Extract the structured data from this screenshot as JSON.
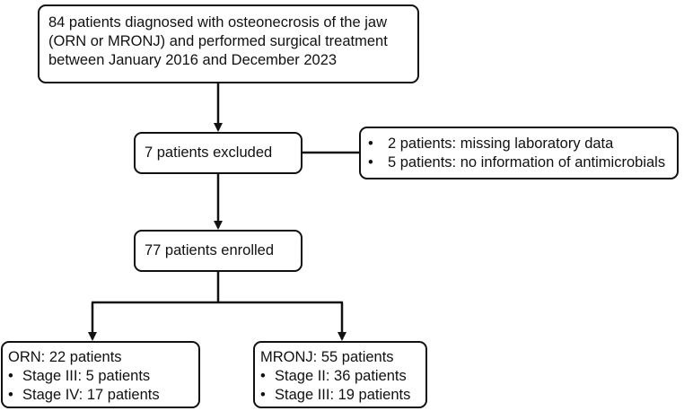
{
  "top_box": {
    "lines": [
      "84 patients diagnosed with osteonecrosis of the jaw",
      "(ORN or MRONJ) and performed surgical treatment",
      "between January 2016 and December 2023"
    ]
  },
  "excluded_box": {
    "text": "7 patients excluded"
  },
  "reasons_box": {
    "bullet": "•",
    "items": [
      "2 patients: missing laboratory data",
      "5 patients: no information of antimicrobials"
    ]
  },
  "enrolled_box": {
    "text": "77 patients enrolled"
  },
  "orn_box": {
    "title": "ORN: 22 patients",
    "bullet": "•",
    "items": [
      "Stage III: 5 patients",
      "Stage IV: 17 patients"
    ]
  },
  "mronj_box": {
    "title": "MRONJ: 55 patients",
    "bullet": "•",
    "items": [
      "Stage II: 36 patients",
      "Stage III: 19 patients"
    ]
  },
  "colors": {
    "stroke": "#111111",
    "background": "#ffffff"
  }
}
